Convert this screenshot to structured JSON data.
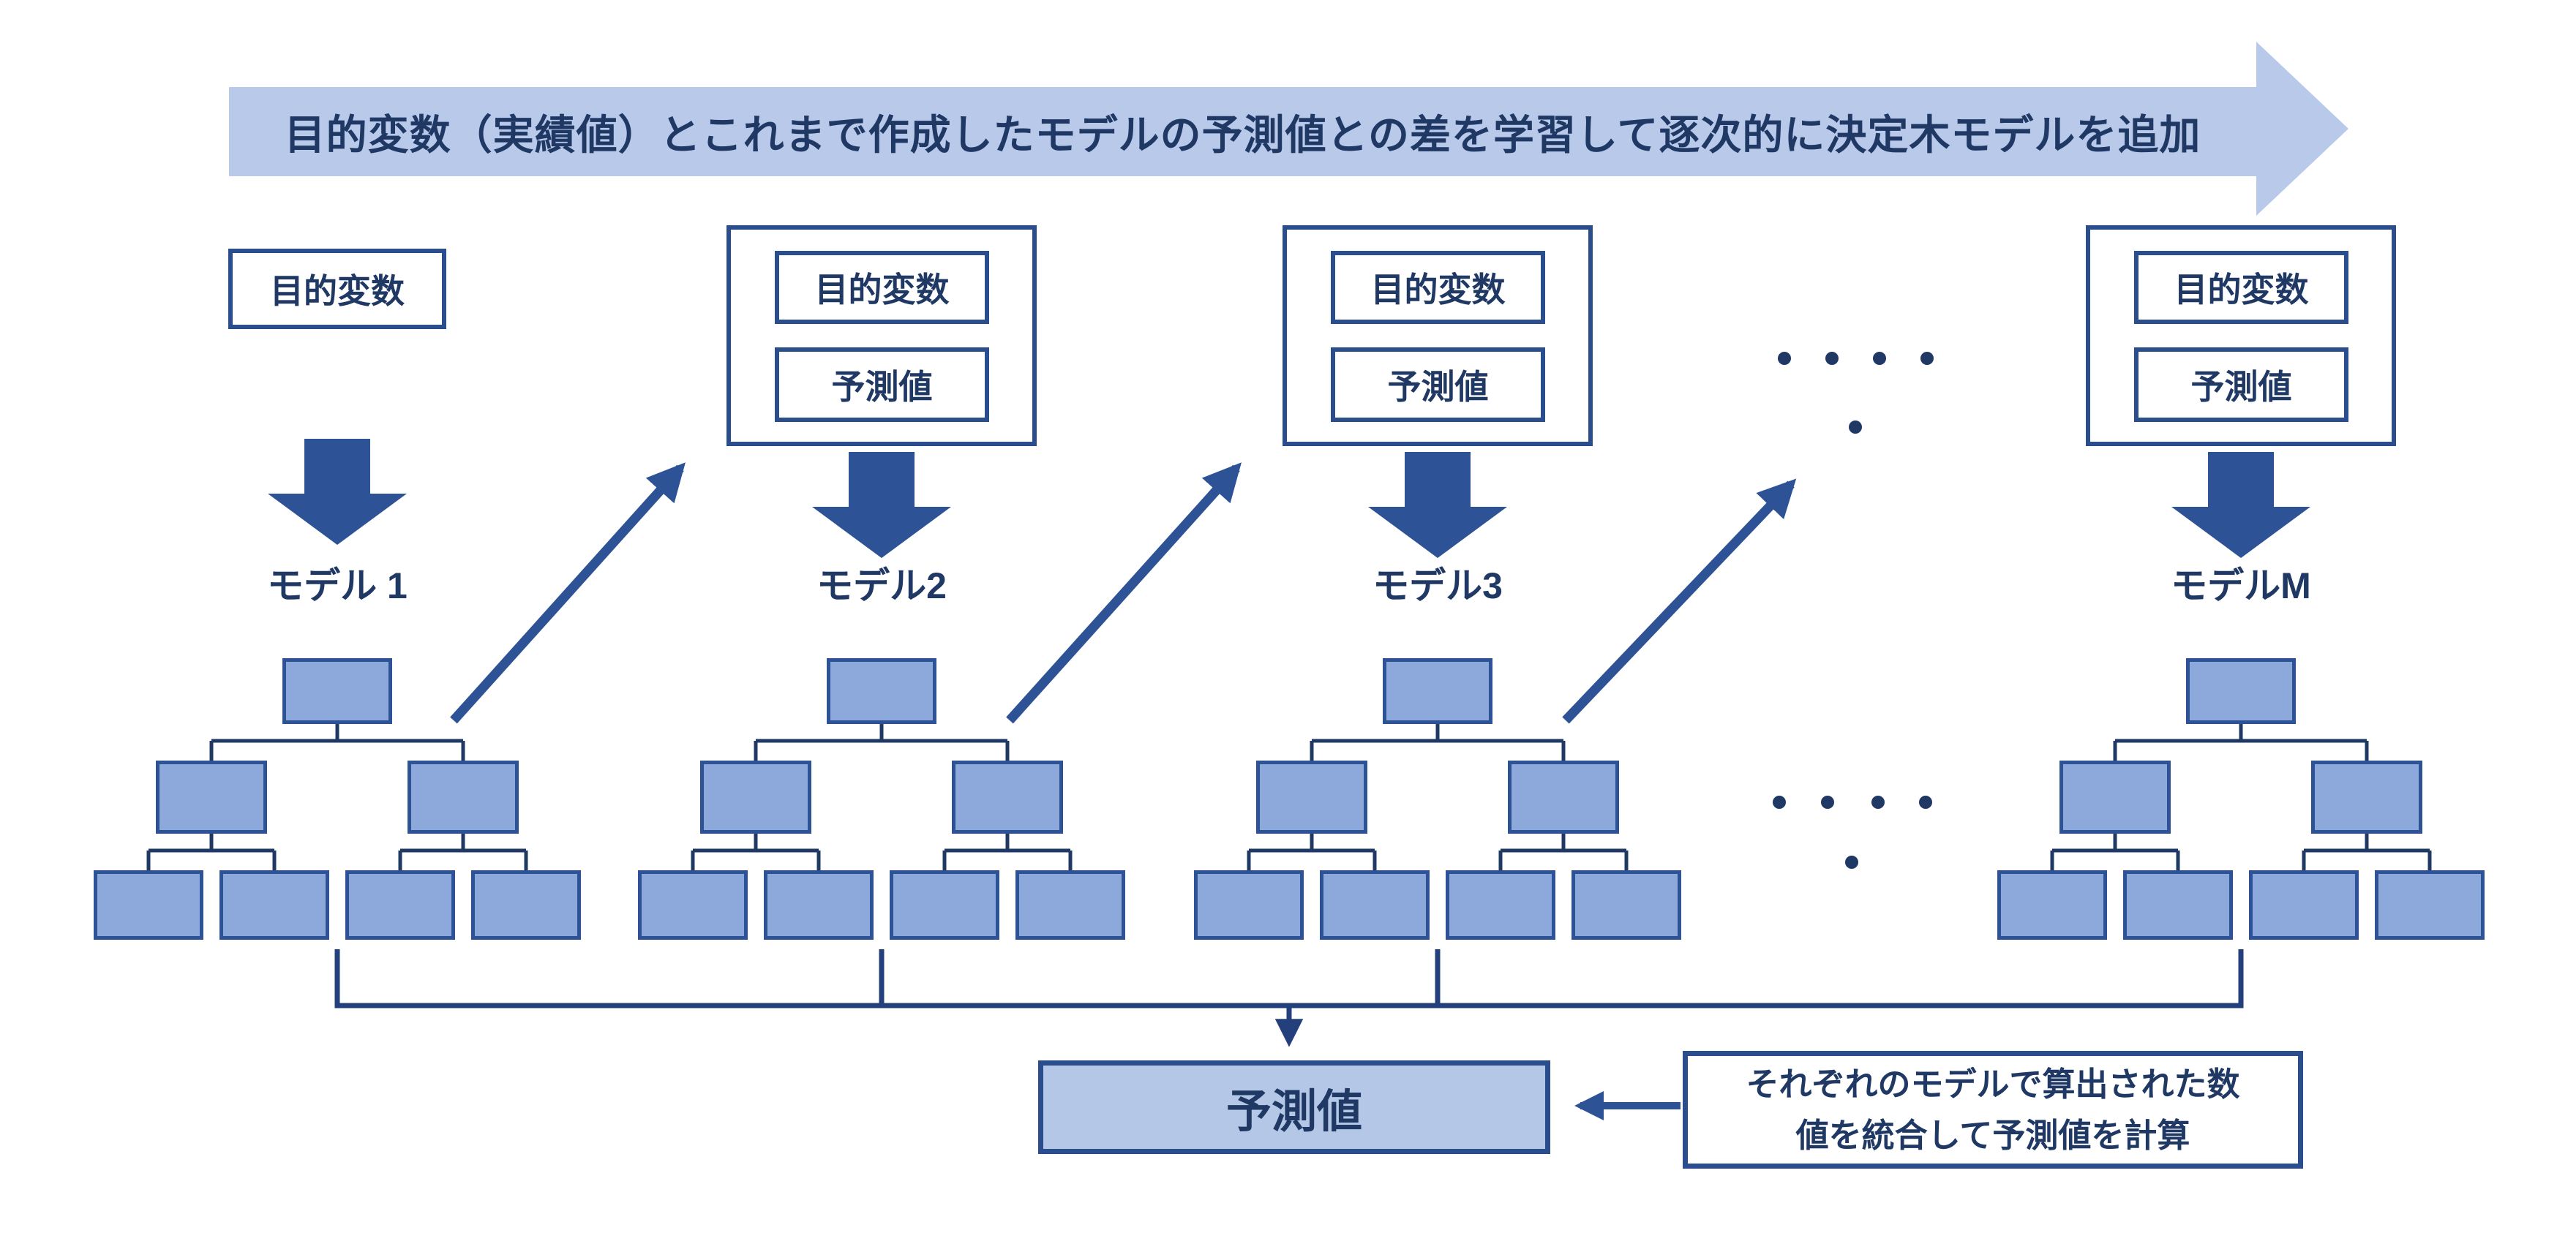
{
  "banner": {
    "text": "目的変数（実績値）とこれまで作成したモデルの予測値との差を学習して逐次的に決定木モデルを追加"
  },
  "columns": [
    {
      "label": "モデル 1",
      "boxes": [
        "目的変数"
      ]
    },
    {
      "label": "モデル2",
      "boxes": [
        "目的変数",
        "予測値"
      ]
    },
    {
      "label": "モデル3",
      "boxes": [
        "目的変数",
        "予測値"
      ]
    },
    {
      "label": "モデルM",
      "boxes": [
        "目的変数",
        "予測値"
      ]
    }
  ],
  "ellipsis": {
    "style": "four-dots-row-plus-one-below",
    "occurrences": 2
  },
  "output": {
    "label": "予測値"
  },
  "annotation": {
    "line1": "それぞれのモデルで算出された数",
    "line2": "値を統合して予測値を計算"
  },
  "colors": {
    "navy": "#1f3864",
    "border": "#2a4d8e",
    "arrow": "#2d5295",
    "conn": "#24407c",
    "banner-fill": "#b9c9e9",
    "tree-fill": "#8da9dc",
    "output-fill": "#b4c7e7",
    "bg": "#ffffff"
  }
}
